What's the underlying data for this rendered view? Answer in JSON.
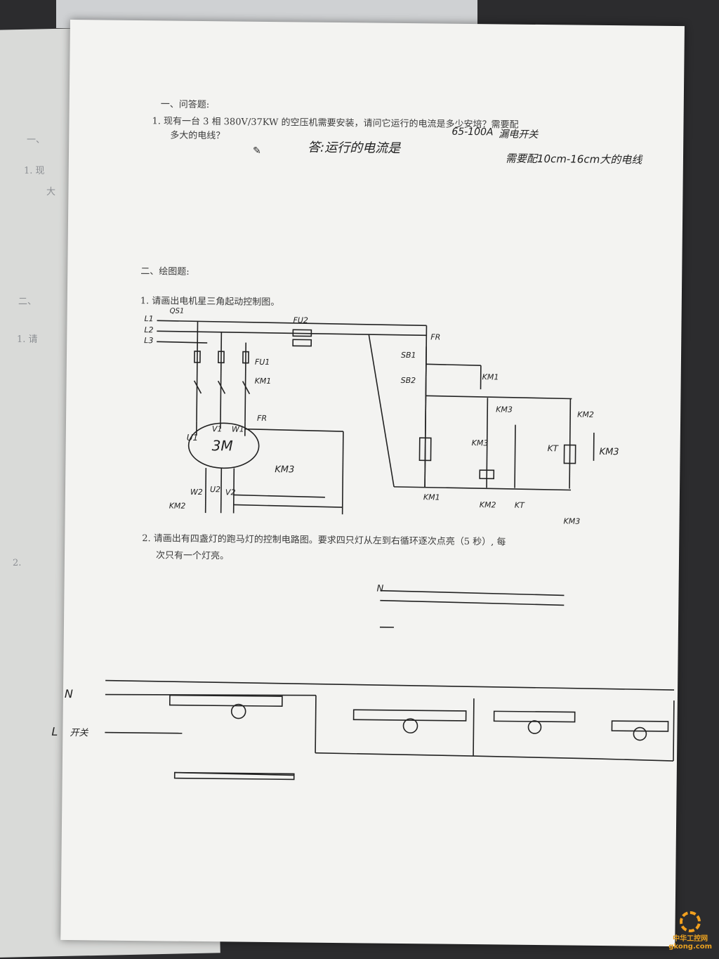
{
  "under_sheet": {
    "line1": "一、",
    "line2": "1. 现",
    "line3": "大",
    "line4": "二、",
    "line5": "1. 请",
    "line6": "2."
  },
  "section1": {
    "heading": "一、问答题:",
    "q1_line1": "1.  现有一台 3 相 380V/37KW 的空压机需要安装，请问它运行的电流是多少安培？需要配",
    "q1_line2": "多大的电线？",
    "answer": "答:运行的电流是",
    "answer_value": "65-100A",
    "answer_note": "漏电开关",
    "answer_tail": "需要配10cm-16cm大的电线"
  },
  "section2": {
    "heading": "二、绘图题:",
    "q1": "1.  请画出电机星三角起动控制图。",
    "q2_line1": "2.  请画出有四盏灯的跑马灯的控制电路图。要求四只灯从左到右循环逐次点亮（5 秒）, 每",
    "q2_line2": "次只有一个灯亮。"
  },
  "diagram_labels": {
    "l1": "L1",
    "l2": "L2",
    "l3": "L3",
    "qs": "QS1",
    "fu2": "FU2",
    "fu1": "FU1",
    "km1": "KM1",
    "fr": "FR",
    "u1": "U1",
    "v1": "V1",
    "w1": "W1",
    "motor": "3M",
    "w2": "W2",
    "u2": "U2",
    "v2": "V2",
    "km2": "KM2",
    "km3": "KM3",
    "fr_r": "FR",
    "sb1": "SB1",
    "sb2": "SB2",
    "km1_r": "KM1",
    "km3_r": "KM3",
    "km2_r": "KM2",
    "km3_r2": "KM3",
    "kt": "KT",
    "km1_b": "KM1",
    "km2_b": "KM2",
    "kt_b": "KT",
    "km3_b": "KM3",
    "km3_top": "KM3"
  },
  "lamp_labels": {
    "n": "N",
    "l": "L",
    "l_note": "开关",
    "n2": "N"
  },
  "watermark": {
    "name": "中华工控网",
    "url": "gkong.com"
  }
}
